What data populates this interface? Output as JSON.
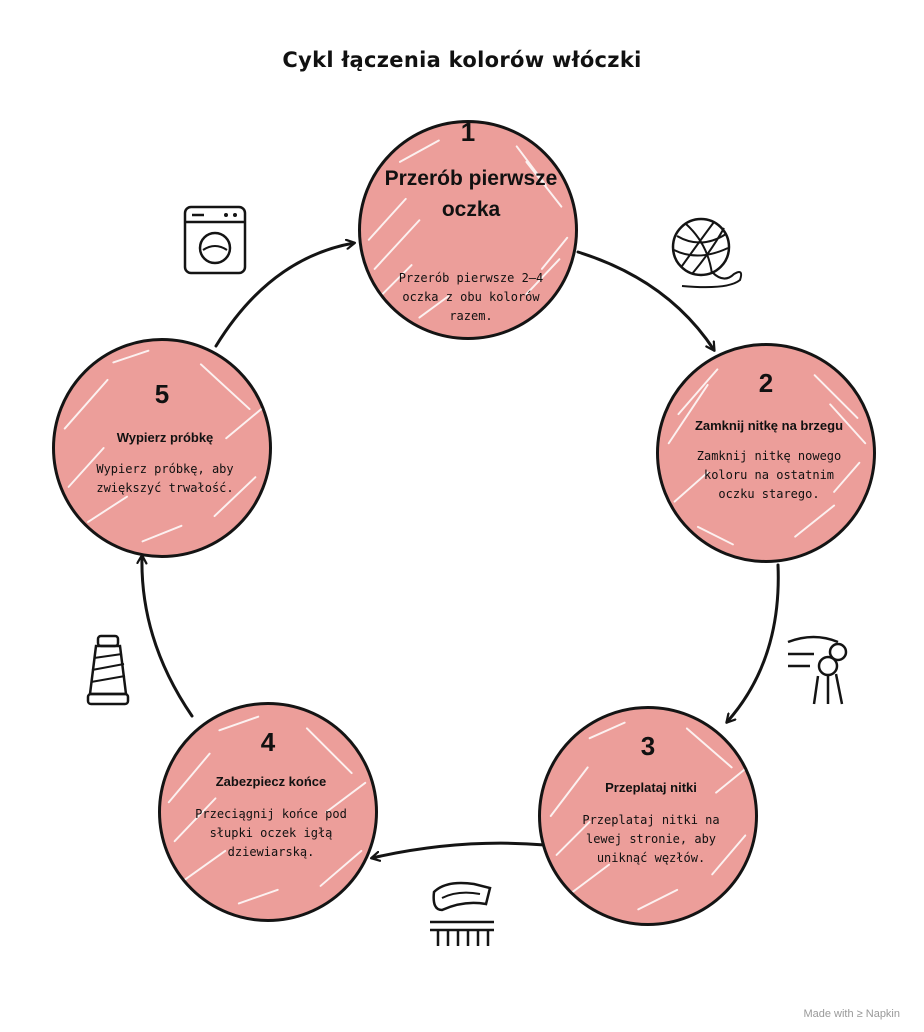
{
  "title": "Cykl łączenia kolorów włóczki",
  "steps": [
    {
      "number": "1",
      "heading": "Przerób pierwsze oczka",
      "description": "Przerób pierwsze 2–4 oczka z obu kolorów razem.",
      "icon": "washing-machine-icon"
    },
    {
      "number": "2",
      "heading": "Zamknij nitkę na brzegu",
      "description": "Zamknij nitkę nowego koloru na ostatnim oczku starego.",
      "icon": "yarn-ball-icon"
    },
    {
      "number": "3",
      "heading": "Przeplataj nitki",
      "description": "Przeplataj nitki na lewej stronie, aby uniknąć węzłów.",
      "icon": "hand-weaving-icon"
    },
    {
      "number": "4",
      "heading": "Zabezpiecz końce",
      "description": "Przeciągnij końce pod słupki oczek igłą dziewiarską.",
      "icon": "loom-icon"
    },
    {
      "number": "5",
      "heading": "Wypierz próbkę",
      "description": "Wypierz próbkę, aby zwiększyć trwałość.",
      "icon": "thread-spool-icon"
    }
  ],
  "colors": {
    "node_fill": "#ec9e9a",
    "outline": "#141414",
    "hatch": "#ffffff"
  },
  "footer": "Made with ≥ Napkin"
}
